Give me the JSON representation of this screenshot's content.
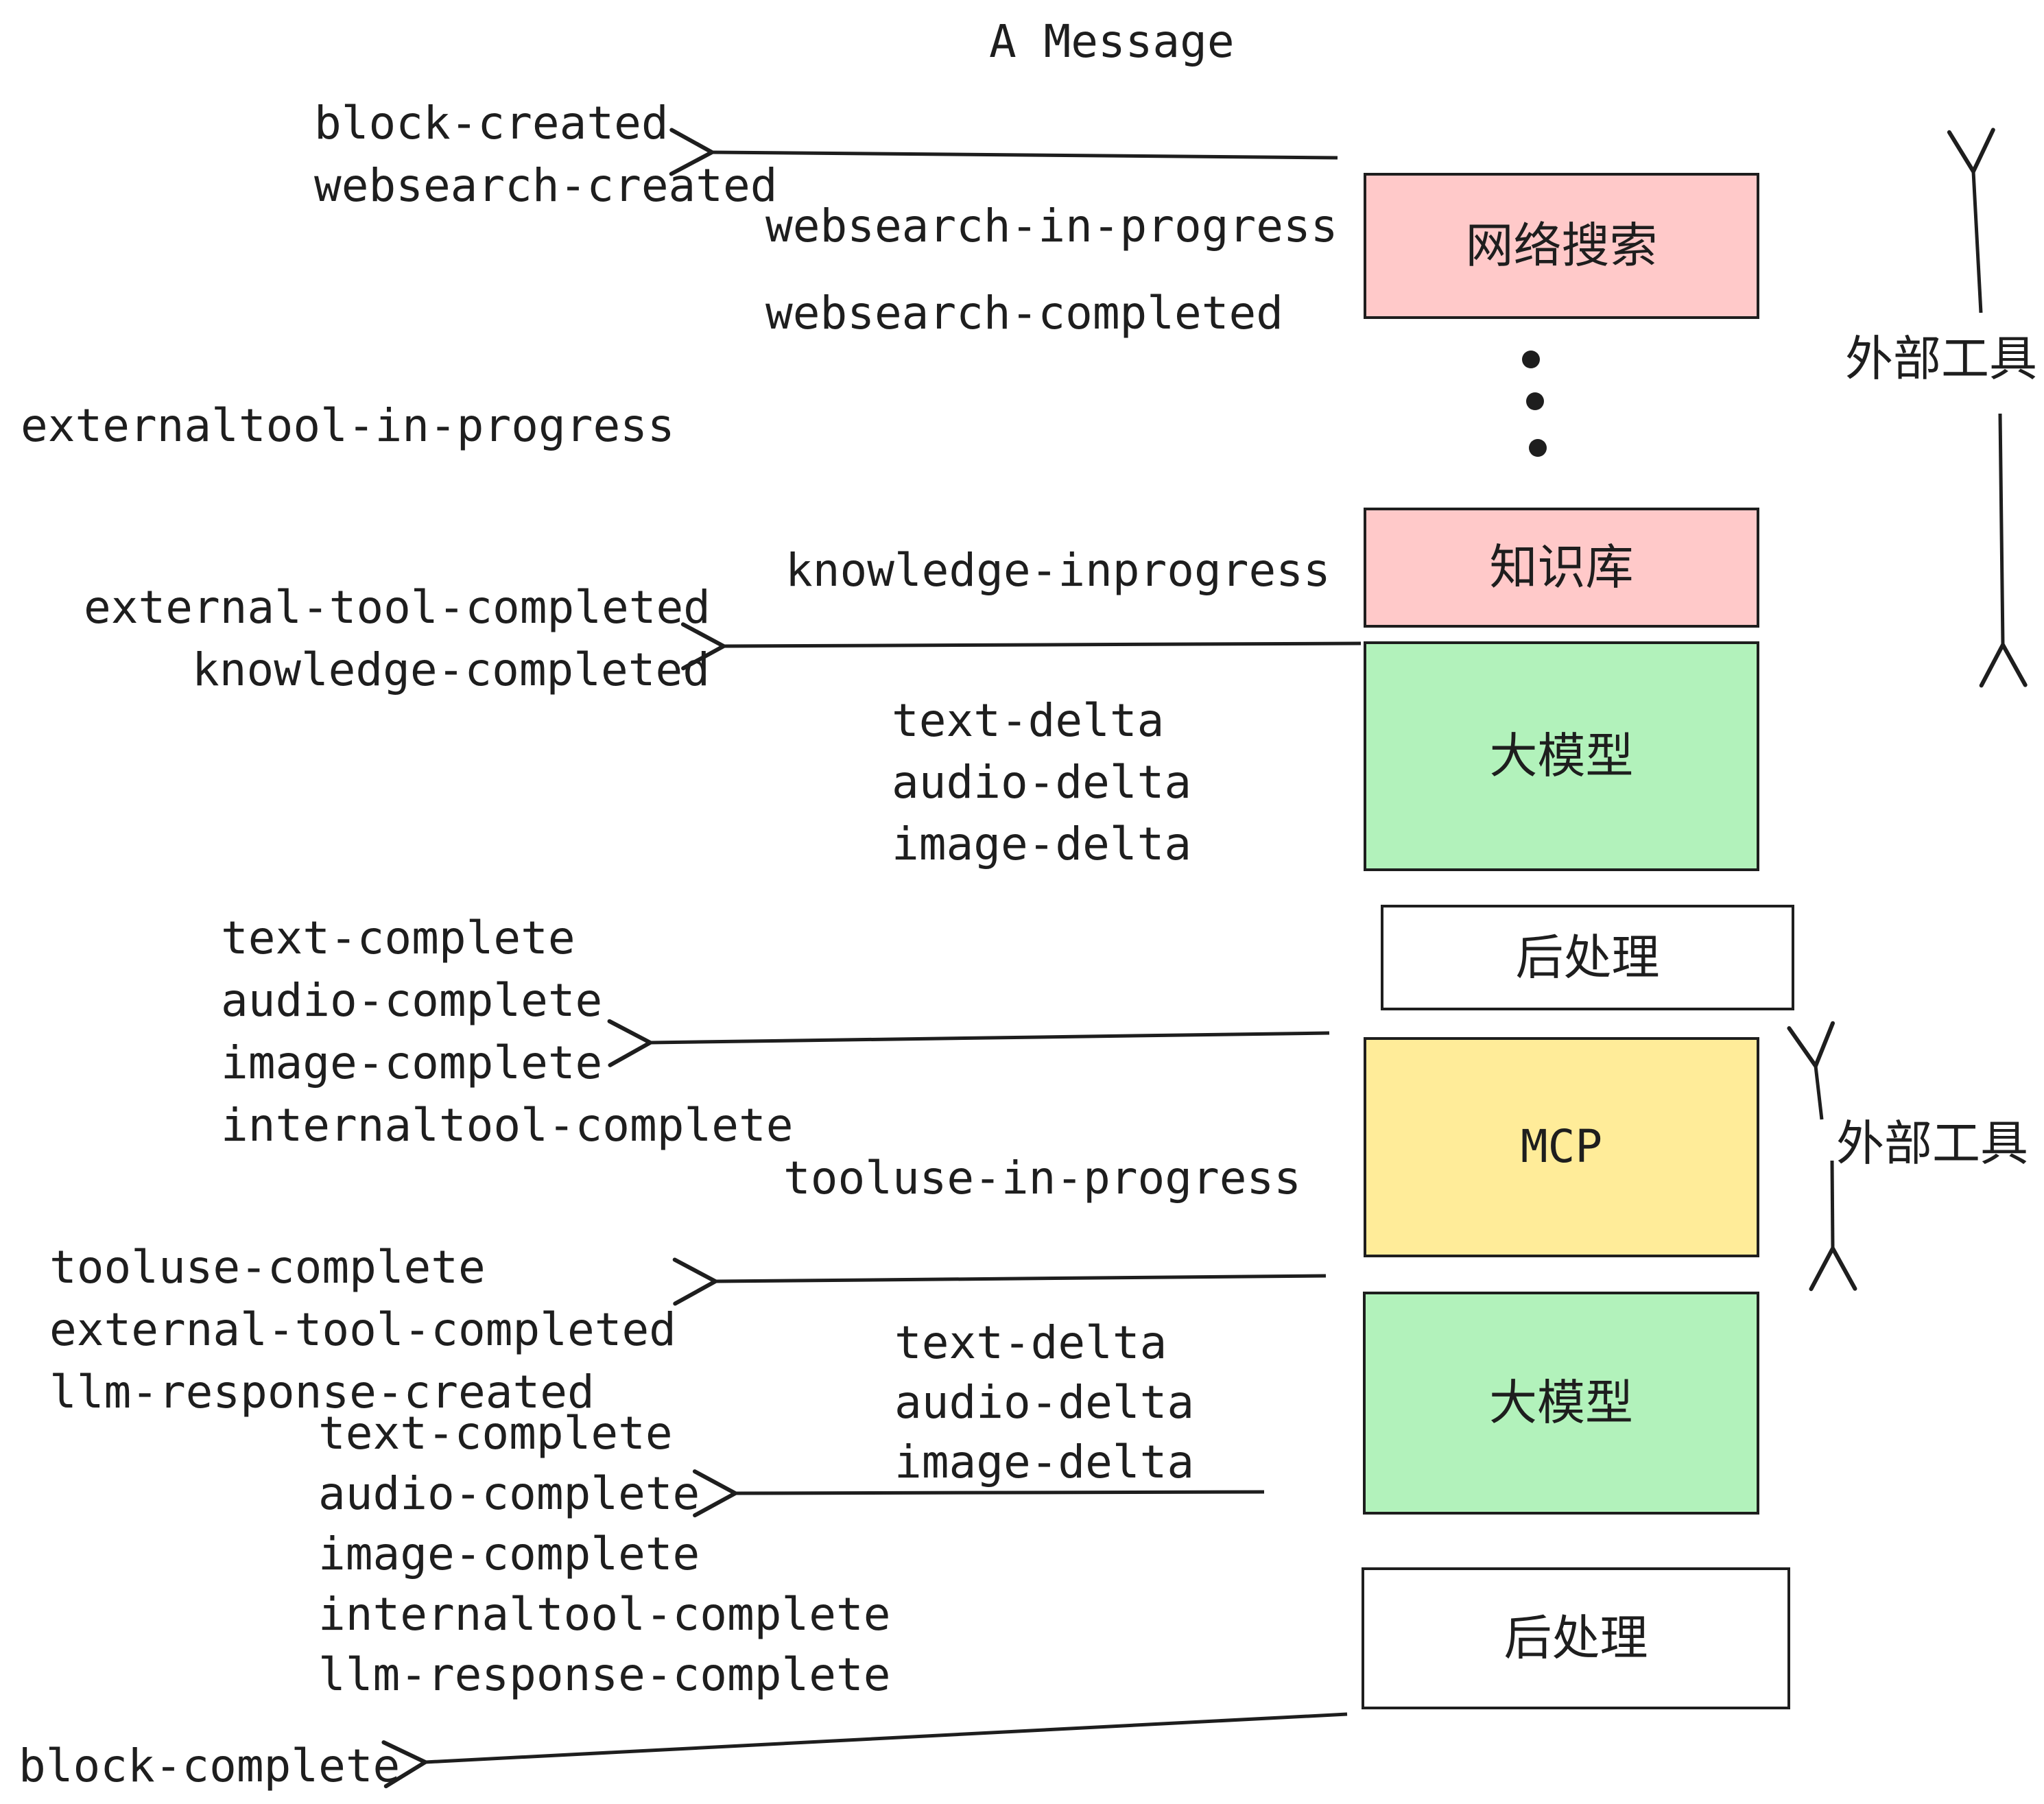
{
  "title": "A Message",
  "colors": {
    "ink": "#1e1e1e",
    "background": "#ffffff",
    "box_pink": "#ffc9c9",
    "box_green": "#b2f2bb",
    "box_yellow": "#ffec99",
    "box_white": "#ffffff"
  },
  "boxes": {
    "websearch": "网络搜索",
    "knowledge": "知识库",
    "llm": "大模型",
    "post_process": "后处理",
    "mcp": "MCP"
  },
  "side_label": "外部工具",
  "events": {
    "block_created": "block-created",
    "websearch_created": "websearch-created",
    "websearch_in_progress": "websearch-in-progress",
    "websearch_completed": "websearch-completed",
    "externaltool_in_progress": "externaltool-in-progress",
    "knowledge_inprogress": "knowledge-inprogress",
    "external_tool_completed": "external-tool-completed",
    "knowledge_completed": "knowledge-completed",
    "text_delta": "text-delta",
    "audio_delta": "audio-delta",
    "image_delta": "image-delta",
    "text_complete": "text-complete",
    "audio_complete": "audio-complete",
    "image_complete": "image-complete",
    "internaltool_complete": "internaltool-complete",
    "tooluse_in_progress": "tooluse-in-progress",
    "tooluse_complete": "tooluse-complete",
    "llm_response_created": "llm-response-created",
    "llm_response_complete": "llm-response-complete",
    "block_complete": "block-complete"
  }
}
